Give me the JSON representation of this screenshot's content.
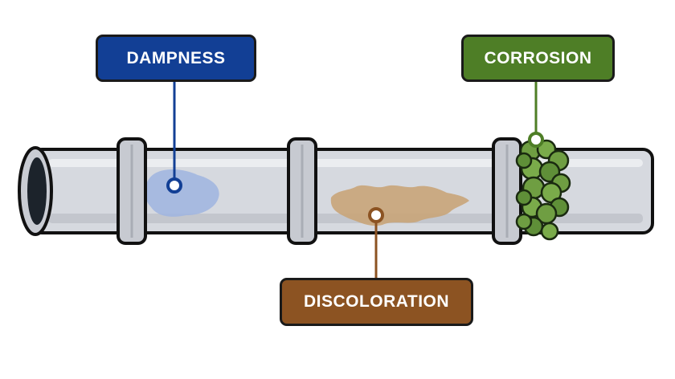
{
  "labels": {
    "dampness": {
      "text": "DAMPNESS",
      "color": "#123f95"
    },
    "corrosion": {
      "text": "CORROSION",
      "color": "#4e7e26"
    },
    "discoloration": {
      "text": "DISCOLORATION",
      "color": "#8c5322"
    }
  },
  "colors": {
    "pipe_fill": "#d6d9df",
    "pipe_stroke": "#111111",
    "pipe_opening": "#1c232b",
    "dampness_stain": "#9fb4e0",
    "discoloration_stain": "#c9a479",
    "corrosion_growth": "#6f9e42"
  }
}
